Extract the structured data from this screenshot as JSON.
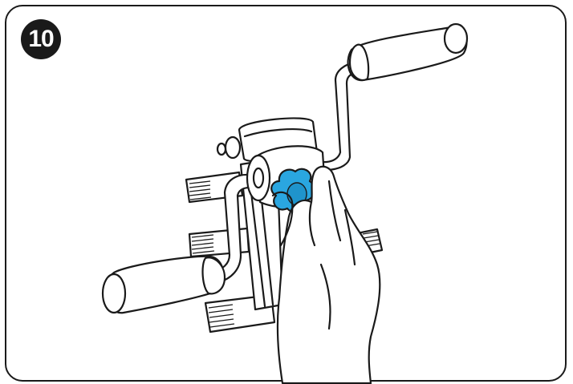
{
  "step": {
    "number": "10"
  },
  "colors": {
    "accent": "#2aa6e0",
    "outline": "#1a1a1a",
    "background": "#ffffff"
  },
  "icons": {
    "badge": "step-number-badge",
    "illustration": "pedal-exerciser-knob-tightening"
  }
}
